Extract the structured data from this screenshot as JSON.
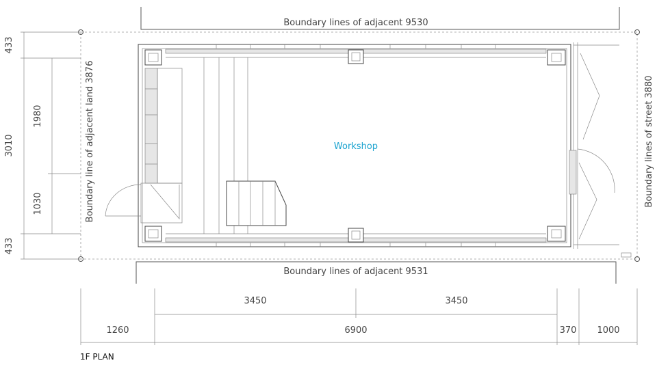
{
  "colors": {
    "room_label": "#1aa3cf",
    "line": "#555555"
  },
  "labels": {
    "boundary_top": "Boundary lines of adjacent 9530",
    "boundary_bottom": "Boundary lines of adjacent 9531",
    "boundary_left": "Boundary line of adjacent land 3876",
    "boundary_right": "Boundary lines of street 3880",
    "room": "Workshop",
    "caption": "1F PLAN"
  },
  "dimensions": {
    "left_outer": {
      "top": "433",
      "middle": "3010",
      "bottom": "433"
    },
    "left_inner": {
      "upper": "1980",
      "lower": "1030"
    },
    "bottom_upper": {
      "left": "3450",
      "right": "3450"
    },
    "bottom_lower": {
      "a": "1260",
      "b": "6900",
      "c": "370",
      "d": "1000"
    }
  }
}
